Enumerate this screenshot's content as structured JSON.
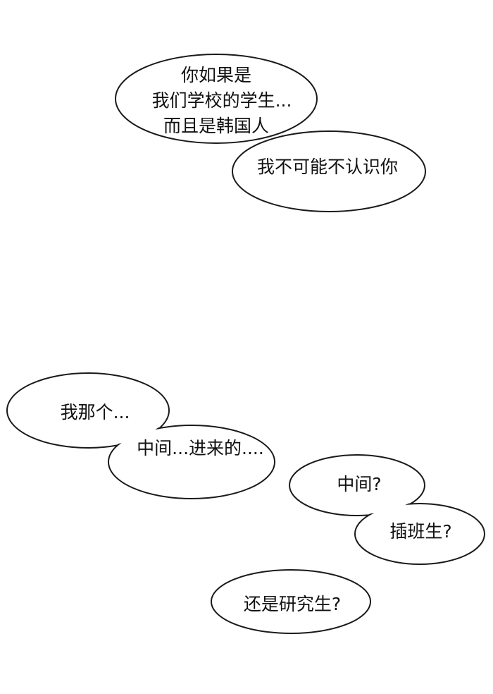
{
  "bubbles": {
    "b1": {
      "lines": [
        "你如果是",
        "我们学校的学生...",
        "而且是韩国人"
      ],
      "tail": "我不可能不认识你"
    },
    "b2": {
      "line1": "我那个...",
      "line2": "中间...进来的...."
    },
    "b3": {
      "line1": "中间?",
      "line2": "插班生?"
    },
    "b4": {
      "line1": "还是研究生?"
    }
  },
  "colors": {
    "background": "#ffffff",
    "outline": "#1a1a1a",
    "text": "#111111"
  }
}
